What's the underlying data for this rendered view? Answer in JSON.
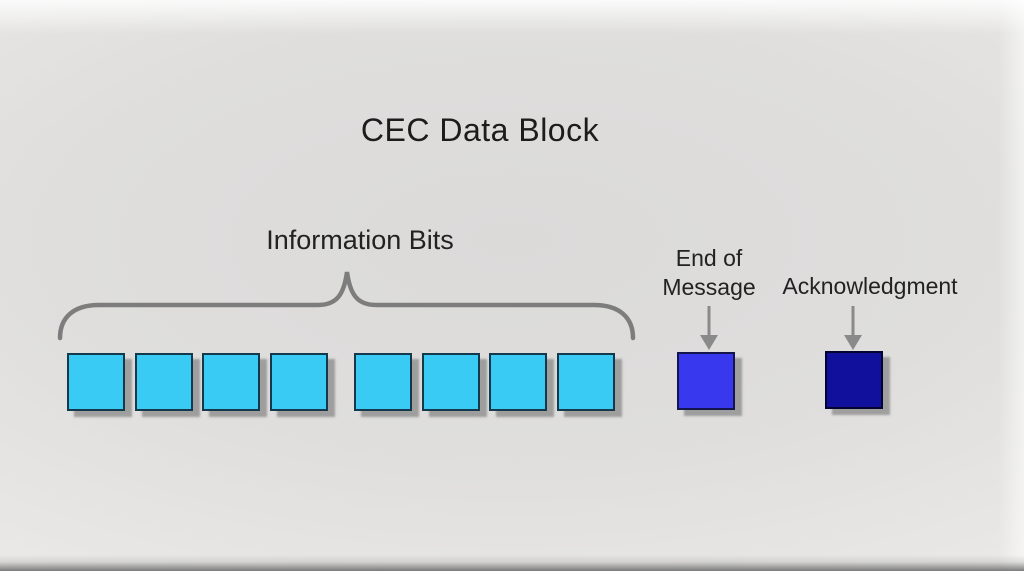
{
  "title": "CEC Data Block",
  "labels": {
    "information_bits": "Information Bits",
    "end_of_message": "End of\nMessage",
    "acknowledgment": "Acknowledgment"
  },
  "blocks": {
    "information_bit_count": 8,
    "information_bit_color": "#39cbf3",
    "end_of_message_color": "#3838ef",
    "acknowledgment_color": "#10109c"
  },
  "annotation_color": "#7d7d7d"
}
